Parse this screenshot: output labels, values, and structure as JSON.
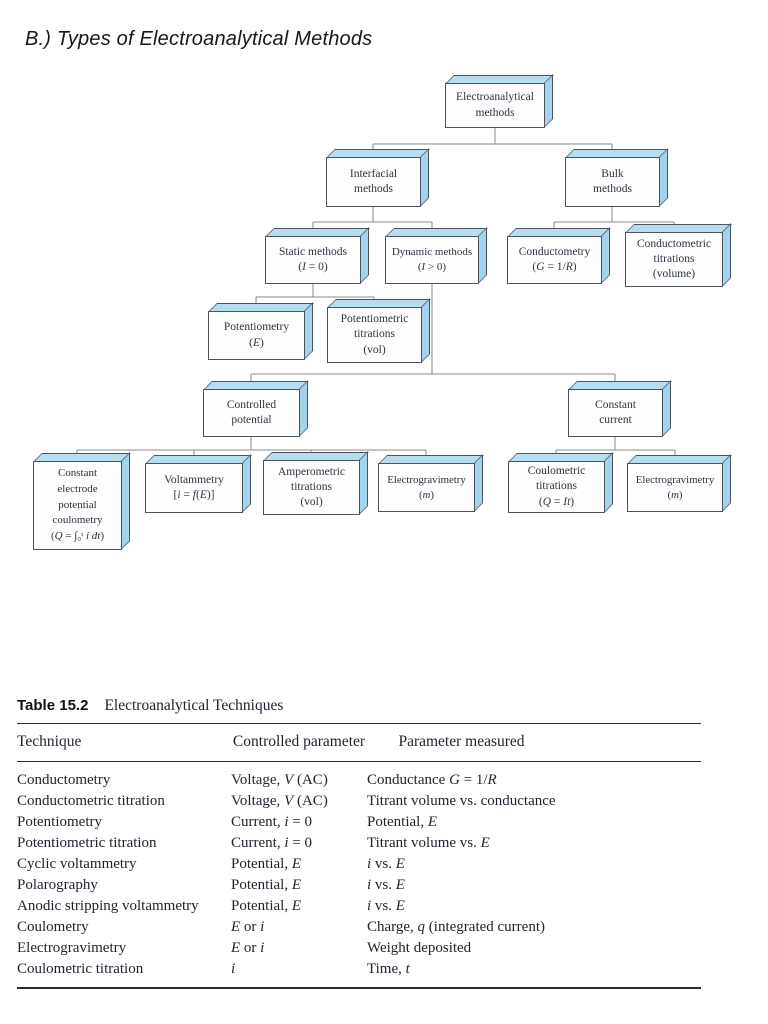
{
  "page": {
    "title": "B.) Types of Electroanalytical Methods"
  },
  "colors": {
    "box_face": "#fefefe",
    "box_top": "#b6ddf0",
    "box_side": "#a3d3ec",
    "box_border": "#4e5359",
    "connector": "#8b8b8b"
  },
  "diagram": {
    "nodes": {
      "root": {
        "lines": [
          "Electroanalytical",
          "methods"
        ]
      },
      "interfacial": {
        "lines": [
          "Interfacial",
          "methods"
        ]
      },
      "bulk": {
        "lines": [
          "Bulk",
          "methods"
        ]
      },
      "static": {
        "lines": [
          "Static methods",
          "(*I* = 0)"
        ]
      },
      "dynamic": {
        "lines": [
          "Dynamic methods",
          "(*I* > 0)"
        ]
      },
      "conductometry": {
        "lines": [
          "Conductometry",
          "(*G* = 1/*R*)"
        ]
      },
      "conductometric_titrations": {
        "lines": [
          "Conductometric",
          "titrations",
          "(volume)"
        ]
      },
      "potentiometry": {
        "lines": [
          "Potentiometry",
          "(*E*)"
        ]
      },
      "potentiometric_titrations": {
        "lines": [
          "Potentiometric",
          "titrations",
          "(vol)"
        ]
      },
      "controlled_potential": {
        "lines": [
          "Controlled",
          "potential"
        ]
      },
      "constant_current": {
        "lines": [
          "Constant",
          "current"
        ]
      },
      "constant_electrode_potential_coulometry": {
        "lines": [
          "Constant",
          "electrode",
          "potential",
          "coulometry",
          "(*Q* = ∫₀ᵗ *i dt*)"
        ]
      },
      "voltammetry": {
        "lines": [
          "Voltammetry",
          "[*i* = *f*(*E*)]"
        ]
      },
      "amperometric_titrations": {
        "lines": [
          "Amperometric",
          "titrations",
          "(vol)"
        ]
      },
      "electrogravimetry_1": {
        "lines": [
          "Electrogravimetry",
          "(*m*)"
        ]
      },
      "coulometric_titrations": {
        "lines": [
          "Coulometric",
          "titrations",
          "(*Q* = *It*)"
        ]
      },
      "electrogravimetry_2": {
        "lines": [
          "Electrogravimetry",
          "(*m*)"
        ]
      }
    }
  },
  "table": {
    "label": "Table 15.2",
    "caption": "Electroanalytical Techniques",
    "headers": [
      "Technique",
      "Controlled parameter",
      "Parameter measured"
    ],
    "rows": [
      [
        "Conductometry",
        "Voltage, *V* (AC)",
        "Conductance *G* = 1/*R*"
      ],
      [
        "Conductometric titration",
        "Voltage, *V* (AC)",
        "Titrant volume vs. conductance"
      ],
      [
        "Potentiometry",
        "Current, *i* = 0",
        "Potential, *E*"
      ],
      [
        "Potentiometric titration",
        "Current, *i* = 0",
        "Titrant volume vs. *E*"
      ],
      [
        "Cyclic voltammetry",
        "Potential, *E*",
        "*i* vs. *E*"
      ],
      [
        "Polarography",
        "Potential, *E*",
        "*i* vs. *E*"
      ],
      [
        "Anodic stripping voltammetry",
        "Potential, *E*",
        "*i* vs. *E*"
      ],
      [
        "Coulometry",
        "*E* or *i*",
        "Charge, *q* (integrated current)"
      ],
      [
        "Electrogravimetry",
        "*E* or *i*",
        "Weight deposited"
      ],
      [
        "Coulometric titration",
        "*i*",
        "Time, *t*"
      ]
    ]
  }
}
